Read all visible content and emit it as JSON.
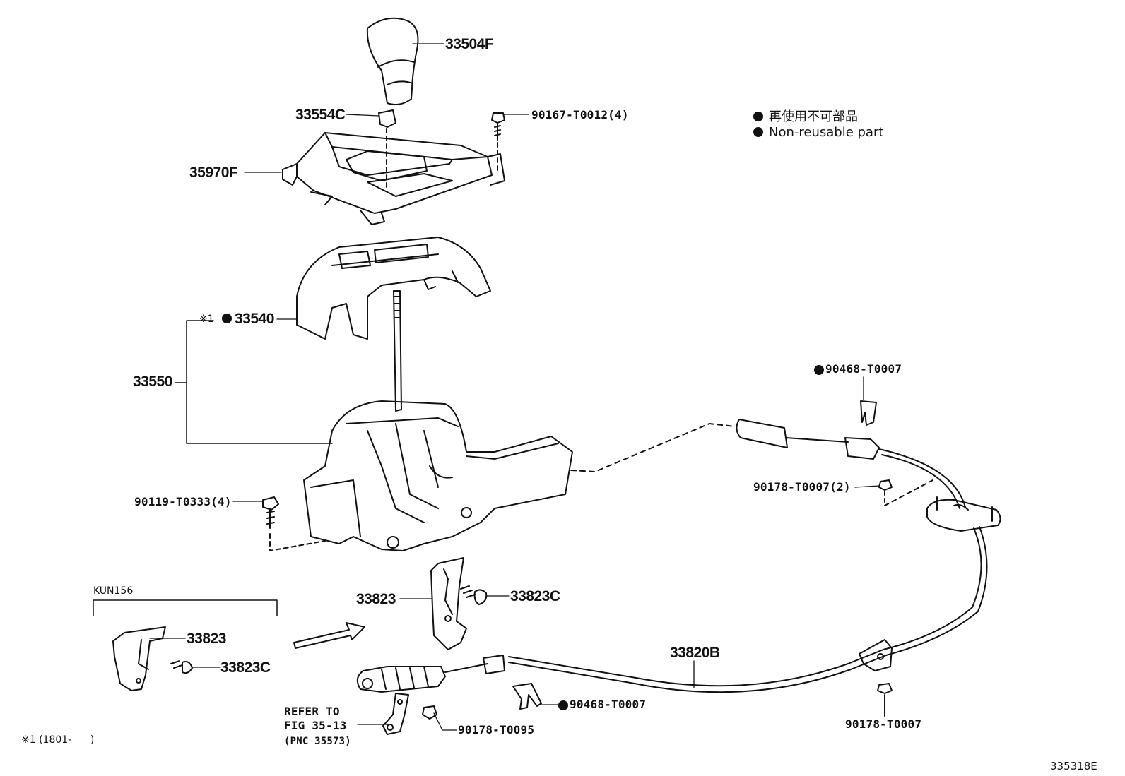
{
  "legend": {
    "line1": "再使用不可部品",
    "line2": "Non-reusable part"
  },
  "labels": {
    "knob": "33504F",
    "button": "33554C",
    "screw_top": "90167-T0012(4)",
    "indicator_housing": "35970F",
    "note_mark": "※1",
    "cover": "33540",
    "lever_assy": "33550",
    "bolt_left": "90119-T0333(4)",
    "clip_top": "90468-T0007",
    "nut_right": "90178-T0007(2)",
    "bracket": "33823",
    "bracket_screw": "33823C",
    "variant_tag": "KUN156",
    "variant_bracket": "33823",
    "variant_screw": "33823C",
    "cable": "33820B",
    "clip_bottom": "90468-T0007",
    "nut_bottom_right": "90178-T0007",
    "nut_bottom": "90178-T0095",
    "refer_line1": "REFER TO",
    "refer_line2": "FIG 35-13",
    "refer_line3": "(PNC 35573)",
    "footnote": "※1 (1801-      )",
    "figure_id": "335318E"
  }
}
